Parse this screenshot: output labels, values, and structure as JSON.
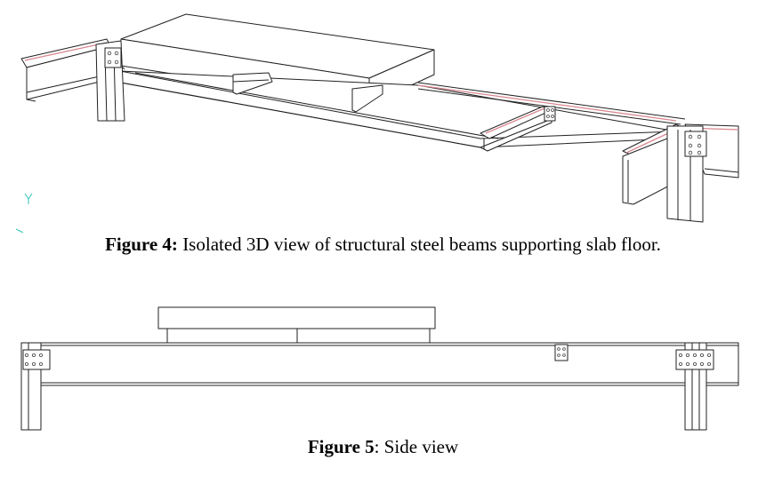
{
  "figure4": {
    "label": "Figure 4:",
    "caption": " Isolated 3D view of structural steel beams supporting slab floor."
  },
  "figure5": {
    "label": "Figure 5",
    "caption": ": Side view"
  }
}
